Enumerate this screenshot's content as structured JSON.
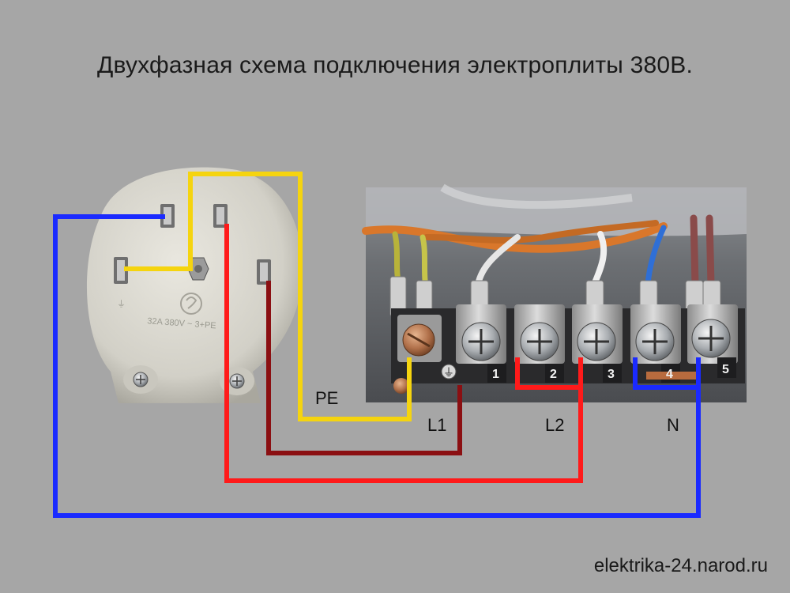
{
  "title": "Двухфазная схема подключения электроплиты 380В.",
  "labels": {
    "pe": "PE",
    "l1": "L1",
    "l2": "L2",
    "n": "N"
  },
  "terminal_numbers": [
    "1",
    "2",
    "3",
    "4",
    "5"
  ],
  "socket_marking": "32A 380V ~ 3+PE",
  "website": "elektrika-24.narod.ru",
  "colors": {
    "background": "#a6a6a6",
    "pe_wire": "#f5d40f",
    "l1_wire": "#8b0f12",
    "l2_wire": "#ff1a1a",
    "n_wire": "#1a2aff"
  }
}
